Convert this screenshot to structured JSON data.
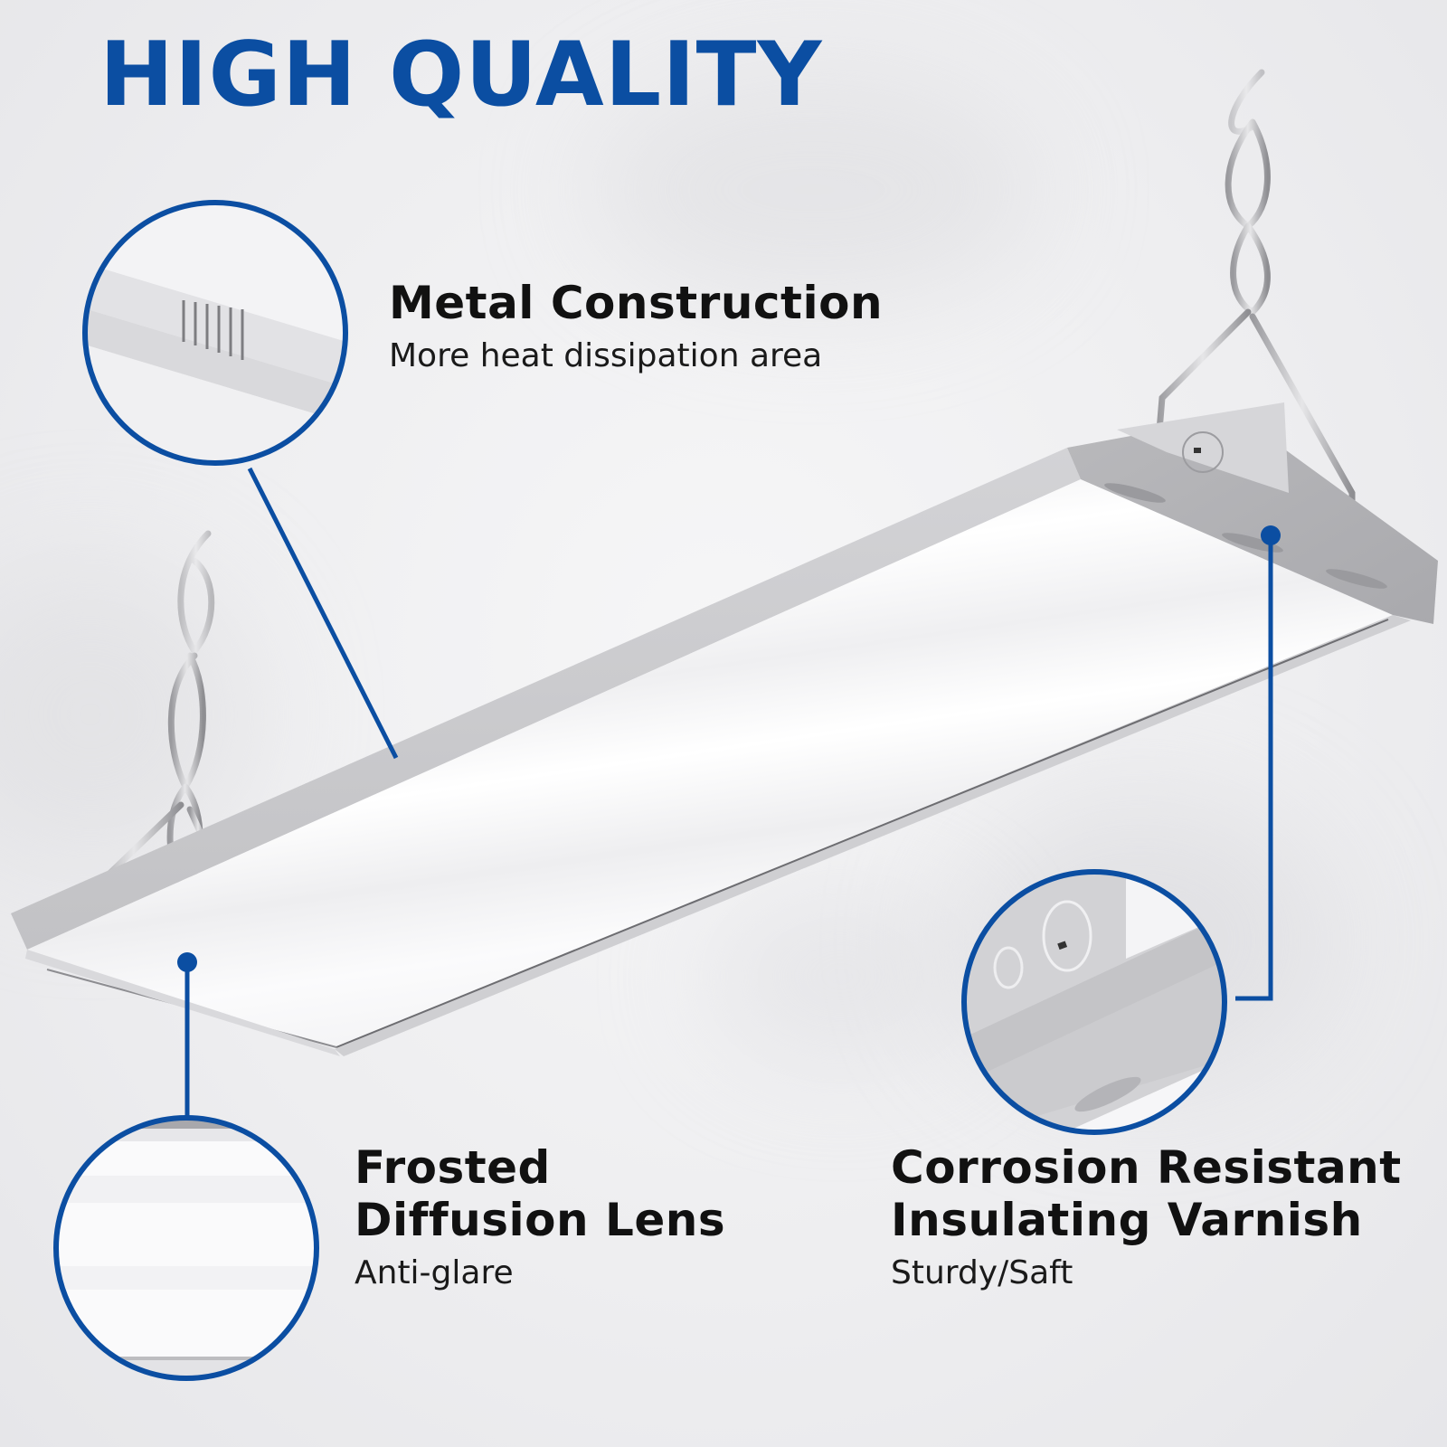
{
  "headline": "HIGH QUALITY",
  "colors": {
    "accent": "#0b4ea2",
    "text": "#111111",
    "background": "#eeeef0",
    "metal": "#c9c9cc",
    "lens": "#f7f7f8"
  },
  "features": [
    {
      "id": "metal-construction",
      "title_lines": [
        "Metal Construction"
      ],
      "subtitle": "More heat dissipation area"
    },
    {
      "id": "frosted-diffusion-lens",
      "title_lines": [
        "Frosted",
        "Diffusion Lens"
      ],
      "subtitle": "Anti-glare"
    },
    {
      "id": "corrosion-resistant",
      "title_lines": [
        "Corrosion Resistant",
        "Insulating Varnish"
      ],
      "subtitle": "Sturdy/Saft"
    }
  ],
  "icons": {
    "callout_marker": "filled-dot",
    "detail_magnifier": "circle-outline"
  }
}
